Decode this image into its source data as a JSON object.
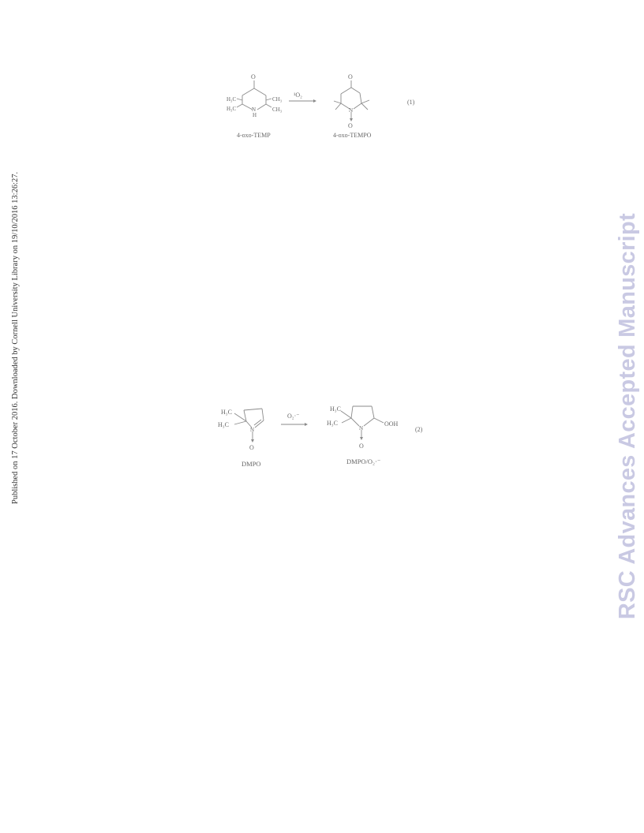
{
  "side_note": "Published on 17 October 2016. Downloaded by Cornell University Library on 19/10/2016 13:26:27.",
  "watermark": "RSC Advances Accepted Manuscript",
  "scheme1": {
    "reactant_name": "4-oxo-TEMP",
    "product_name": "4-oxo-TEMPO",
    "reagent": "¹O₂",
    "equation_number": "(1)",
    "atoms": {
      "O_top": "O",
      "H3C_a": "H₃C",
      "H3C_b": "H₃C",
      "CH3_a": "CH₃",
      "CH3_b": "CH₃",
      "NH": "N",
      "H": "H",
      "N_prod": "N",
      "O_prod_top": "O",
      "O_prod_bottom": "O"
    }
  },
  "scheme2": {
    "reactant_name": "DMPO",
    "product_name": "DMPO/O₂·⁻",
    "reagent": "O₂·⁻",
    "equation_number": "(2)",
    "atoms": {
      "H3C_a": "H₃C",
      "H3C_b": "H₃C",
      "N_react": "N",
      "O_react": "O",
      "H3C_c": "H₃C",
      "H3C_d": "H₃C",
      "N_prod": "N",
      "OOH": "OOH",
      "O_prod": "O"
    }
  }
}
